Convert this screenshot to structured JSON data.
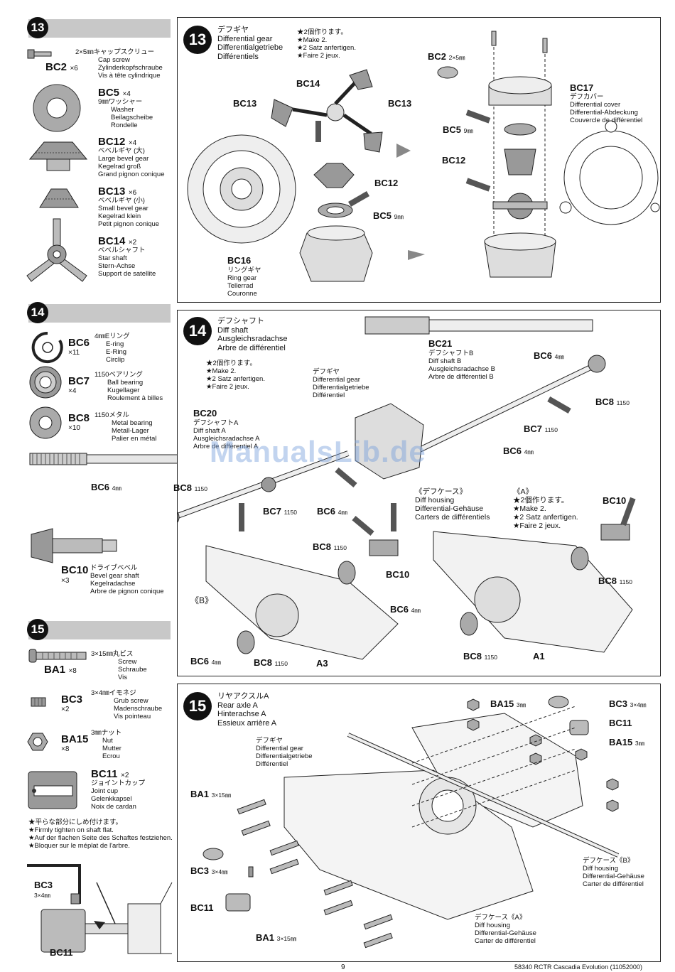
{
  "sidebar": {
    "step13": {
      "num": "13",
      "parts": [
        {
          "code": "BC2",
          "qty": "×6",
          "lines": [
            "2×5㎜キャップスクリュー",
            "Cap screw",
            "Zylinderkopfschraube",
            "Vis à tête cylindrique"
          ]
        },
        {
          "code": "BC5",
          "qty": "×4",
          "lines": [
            "9㎜ワッシャー",
            "Washer",
            "Beilagscheibe",
            "Rondelle"
          ]
        },
        {
          "code": "BC12",
          "qty": "×4",
          "lines": [
            "ベベルギヤ (大)",
            "Large bevel gear",
            "Kegelrad groß",
            "Grand pignon conique"
          ]
        },
        {
          "code": "BC13",
          "qty": "×6",
          "lines": [
            "ベベルギヤ (小)",
            "Small bevel gear",
            "Kegelrad klein",
            "Petit pignon conique"
          ]
        },
        {
          "code": "BC14",
          "qty": "×2",
          "lines": [
            "ベベルシャフト",
            "Star shaft",
            "Stern-Achse",
            "Support de satellite"
          ]
        }
      ]
    },
    "step14": {
      "num": "14",
      "parts": [
        {
          "code": "BC6",
          "qty": "×11",
          "lines": [
            "4㎜Eリング",
            "E-ring",
            "E-Ring",
            "Circlip"
          ]
        },
        {
          "code": "BC7",
          "qty": "×4",
          "lines": [
            "1150ベアリング",
            "Ball bearing",
            "Kugellager",
            "Roulement à billes"
          ]
        },
        {
          "code": "BC8",
          "qty": "×10",
          "lines": [
            "1150メタル",
            "Metal bearing",
            "Metall-Lager",
            "Palier en métal"
          ]
        },
        {
          "code": "BC10",
          "qty": "×3",
          "lines": [
            "ドライブベベル",
            "Bevel gear shaft",
            "Kegelradachse",
            "Arbre de pignon conique"
          ]
        }
      ]
    },
    "step15": {
      "num": "15",
      "parts": [
        {
          "code": "BA1",
          "qty": "×8",
          "lines": [
            "3×15㎜丸ビス",
            "Screw",
            "Schraube",
            "Vis"
          ]
        },
        {
          "code": "BC3",
          "qty": "×2",
          "lines": [
            "3×4㎜イモネジ",
            "Grub screw",
            "Madenschraube",
            "Vis pointeau"
          ]
        },
        {
          "code": "BA15",
          "qty": "×8",
          "lines": [
            "3㎜ナット",
            "Nut",
            "Mutter",
            "Ecrou"
          ]
        },
        {
          "code": "BC11",
          "qty": "×2",
          "lines": [
            "ジョイントカップ",
            "Joint cup",
            "Gelenkkapsel",
            "Noix de cardan"
          ]
        }
      ],
      "notes": [
        "★平らな部分にしめ付けます。",
        "★Firmly tighten on shaft flat.",
        "★Auf der flachen Seite des Schaftes festziehen.",
        "★Bloquer sur le méplat de l'arbre."
      ],
      "detail_labels": {
        "bc3": "BC3",
        "bc3_size": "3×4㎜",
        "bc11": "BC11"
      }
    }
  },
  "panel13": {
    "num": "13",
    "title": [
      "デフギヤ",
      "Differential gear",
      "Differentialgetriebe",
      "Différentiels"
    ],
    "make": [
      "★2個作ります。",
      "★Make 2.",
      "★2 Satz anfertigen.",
      "★Faire 2 jeux."
    ],
    "labels": {
      "bc14": "BC14",
      "bc13a": "BC13",
      "bc13b": "BC13",
      "bc12": "BC12",
      "bc5": "BC5",
      "bc5size": "9㎜",
      "bc16": "BC16",
      "bc16_lines": [
        "リングギヤ",
        "Ring gear",
        "Tellerrad",
        "Couronne"
      ],
      "bc2": "BC2",
      "bc2size": "2×5㎜",
      "bc17": "BC17",
      "bc17_lines": [
        "デフカバー",
        "Differential cover",
        "Differential-Abdeckung",
        "Couvercle de différentiel"
      ],
      "bc5b": "BC5",
      "bc5bsize": "9㎜",
      "bc12b": "BC12"
    }
  },
  "panel14": {
    "num": "14",
    "title": [
      "デフシャフト",
      "Diff shaft",
      "Ausgleichsradachse",
      "Arbre de différentiel"
    ],
    "make": [
      "★2個作ります。",
      "★Make 2.",
      "★2 Satz anfertigen.",
      "★Faire 2 jeux."
    ],
    "labels": {
      "bc21": "BC21",
      "bc21_lines": [
        "デフシャフトB",
        "Diff shaft B",
        "Ausgleichsradachse B",
        "Arbre de différentiel B"
      ],
      "diffgear_lines": [
        "デフギヤ",
        "Differential gear",
        "Differentialgetriebe",
        "Différentiel"
      ],
      "bc20": "BC20",
      "bc20_lines": [
        "デフシャフトA",
        "Diff shaft A",
        "Ausgleichsradachse A",
        "Arbre de différentiel A"
      ],
      "bc6": "BC6",
      "size4": "4㎜",
      "bc8": "BC8",
      "size1150": "1150",
      "bc7": "BC7",
      "bc10": "BC10",
      "diffcase_lines": [
        "《デフケース》",
        "Diff housing",
        "Differential-Gehäuse",
        "Carters de différentiels"
      ],
      "a_mark": "《A》",
      "b_mark": "《B》",
      "a1": "A1",
      "a3": "A3"
    }
  },
  "panel15": {
    "num": "15",
    "title": [
      "リヤアクスルA",
      "Rear axle A",
      "Hinterachse A",
      "Essieux arrière A"
    ],
    "labels": {
      "diffgear_lines": [
        "デフギヤ",
        "Differential gear",
        "Differentialgetriebe",
        "Différentiel"
      ],
      "ba15": "BA15",
      "size3": "3㎜",
      "bc3": "BC3",
      "size3x4": "3×4㎜",
      "bc11": "BC11",
      "ba1": "BA1",
      "size3x15": "3×15㎜",
      "diffcaseB_lines": [
        "デフケース《B》",
        "Diff housing",
        "Differential-Gehäuse",
        "Carter de différentiel"
      ],
      "diffcaseA_lines": [
        "デフケース《A》",
        "Diff housing",
        "Differential-Gehäuse",
        "Carter de différentiel"
      ]
    }
  },
  "watermark": "ManualsLib.de",
  "footer": {
    "page": "9",
    "model": "58340 RCTR Cascadia Evolution (11052000)"
  }
}
